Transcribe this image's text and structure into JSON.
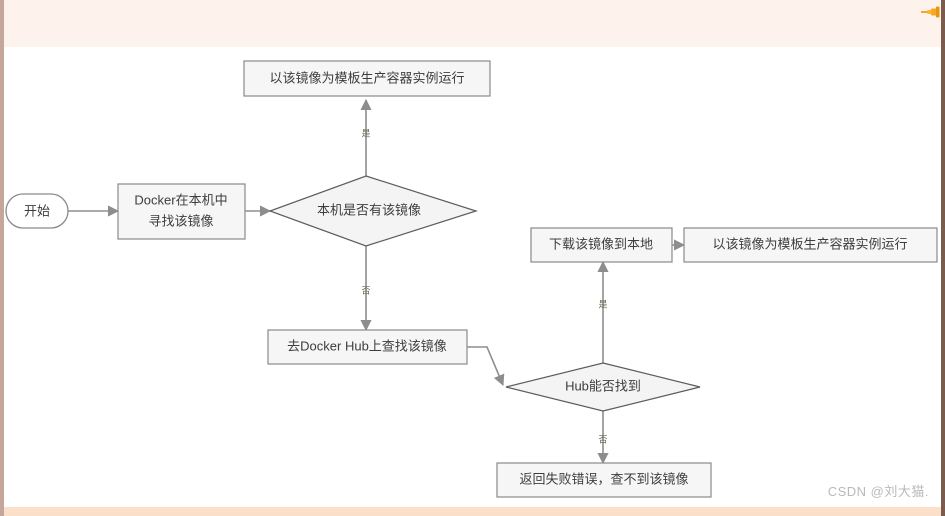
{
  "page": {
    "background_color": "#ffffff",
    "top_band_color": "#fdf3ec",
    "bottom_band_color": "#fbdfc8",
    "left_edge_color": "#c4a79a",
    "right_edge_color": "#7a5c4e",
    "accent_color": "#f5a623",
    "pin_icon": "pushpin-icon"
  },
  "watermark": {
    "text": "CSDN @刘大猫."
  },
  "diagram": {
    "type": "flowchart",
    "node_fill": "#f6f6f6",
    "node_stroke": "#8a8a8a",
    "link_stroke": "#8d8d8d",
    "nodes": [
      {
        "id": "start",
        "shape": "stadium",
        "label": "开始"
      },
      {
        "id": "search_local",
        "shape": "rect",
        "label_line1": "Docker在本机中",
        "label_line2": "寻找该镜像"
      },
      {
        "id": "has_image",
        "shape": "diamond",
        "label": "本机是否有该镜像"
      },
      {
        "id": "run_local",
        "shape": "rect",
        "label": "以该镜像为模板生产容器实例运行"
      },
      {
        "id": "search_hub",
        "shape": "rect",
        "label": "去Docker Hub上查找该镜像"
      },
      {
        "id": "hub_found",
        "shape": "diamond",
        "label": "Hub能否找到"
      },
      {
        "id": "download",
        "shape": "rect",
        "label": "下载该镜像到本地"
      },
      {
        "id": "run_pulled",
        "shape": "rect",
        "label": "以该镜像为模板生产容器实例运行"
      },
      {
        "id": "fail",
        "shape": "rect",
        "label": "返回失败错误，查不到该镜像"
      }
    ],
    "edges": [
      {
        "from": "start",
        "to": "search_local",
        "label": ""
      },
      {
        "from": "search_local",
        "to": "has_image",
        "label": ""
      },
      {
        "from": "has_image",
        "to": "run_local",
        "label": "是"
      },
      {
        "from": "has_image",
        "to": "search_hub",
        "label": "否"
      },
      {
        "from": "search_hub",
        "to": "hub_found",
        "label": ""
      },
      {
        "from": "hub_found",
        "to": "download",
        "label": "是"
      },
      {
        "from": "hub_found",
        "to": "fail",
        "label": "否"
      },
      {
        "from": "download",
        "to": "run_pulled",
        "label": ""
      }
    ]
  }
}
